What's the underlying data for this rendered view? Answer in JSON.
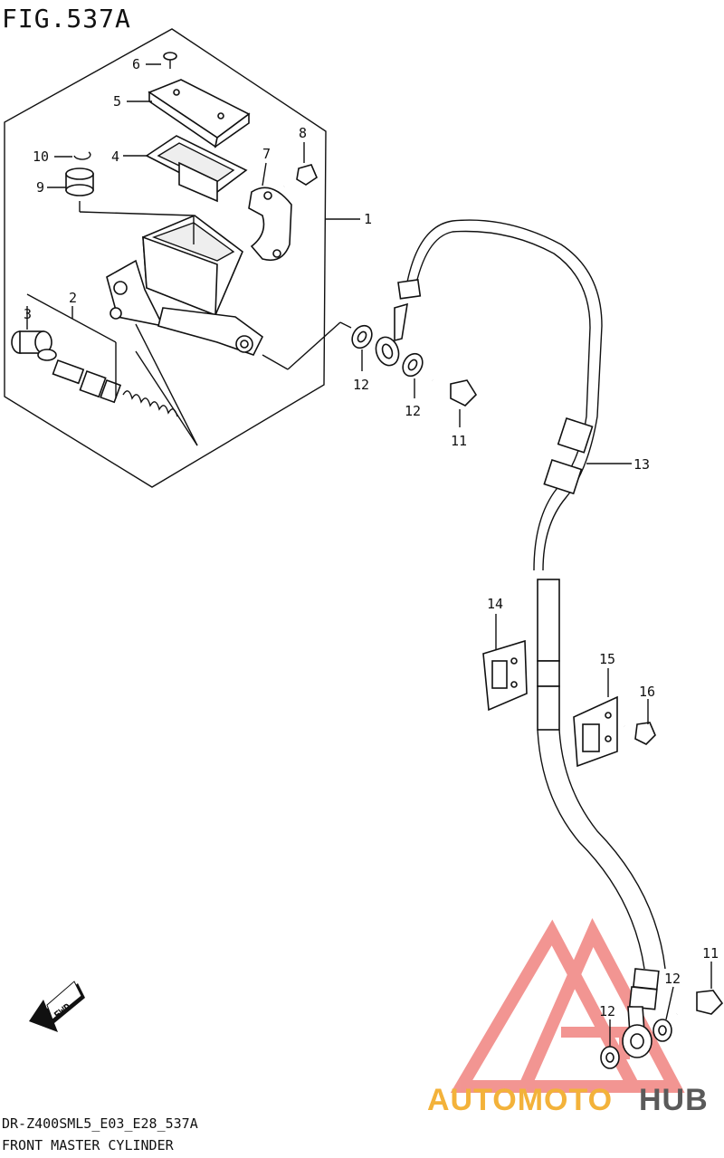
{
  "figure": {
    "title": "FIG.537A",
    "caption_code": "DR-Z400SML5_E03_E28_537A",
    "caption_name": "FRONT MASTER CYLINDER"
  },
  "callouts": {
    "c1": "1",
    "c2": "2",
    "c3": "3",
    "c4": "4",
    "c5": "5",
    "c6": "6",
    "c7": "7",
    "c8": "8",
    "c9": "9",
    "c10": "10",
    "c11a": "11",
    "c11b": "11",
    "c12a": "12",
    "c12b": "12",
    "c12c": "12",
    "c12d": "12",
    "c13": "13",
    "c14": "14",
    "c15": "15",
    "c16": "16"
  },
  "direction_marker": "FWD",
  "watermark": {
    "part1": "AUTOMOTO",
    "part2": "HUB",
    "color1": "#f3b23a",
    "color2": "#5a5a5a",
    "logo_color": "#e8403a"
  },
  "colors": {
    "line": "#111111",
    "background": "#ffffff"
  }
}
